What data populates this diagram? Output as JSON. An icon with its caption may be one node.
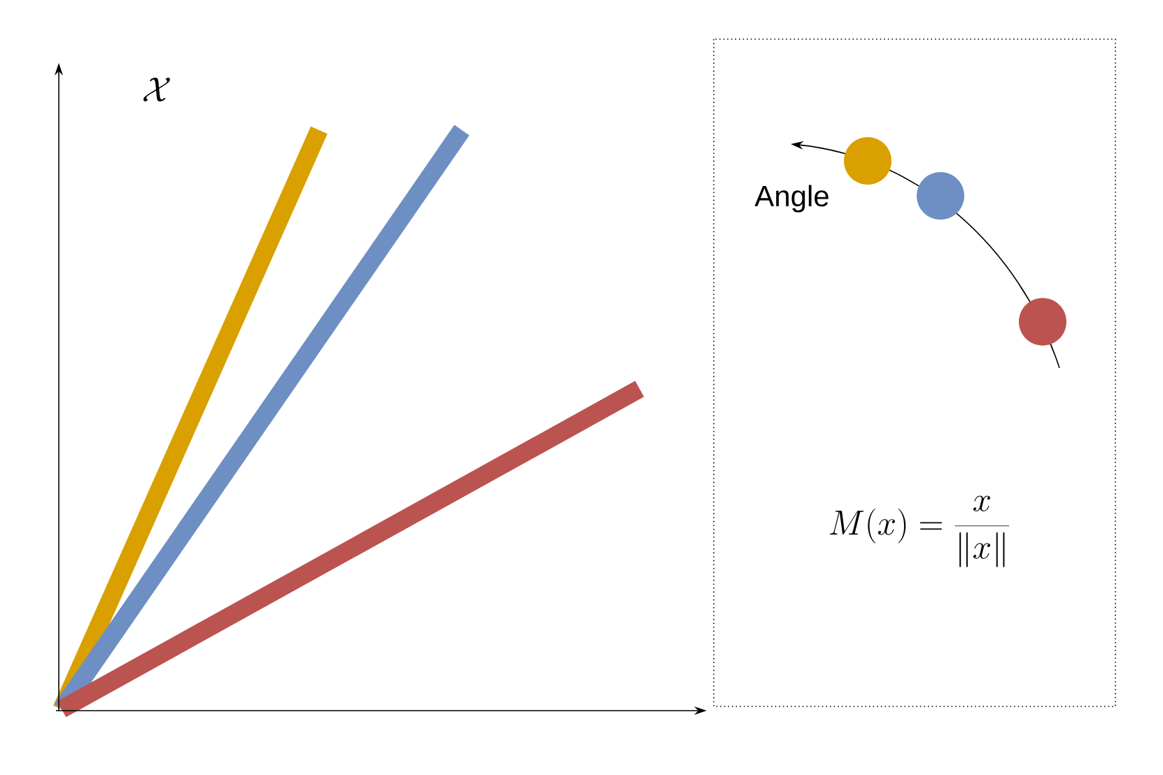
{
  "diagram": {
    "labels": [
      "\\mathcal{X}",
      "Angle",
      "M(x) = \\frac{x}{\\|x\\|}"
    ]
  }
}
